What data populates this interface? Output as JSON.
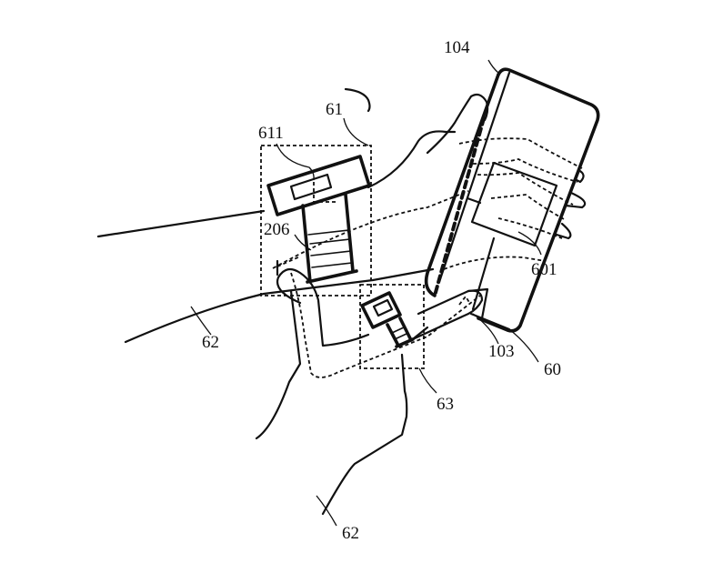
{
  "figure": {
    "type": "patent-line-drawing",
    "description": "Hand holding a device with a wrist-worn ring/sensor and a finger ring",
    "labels": {
      "l104": "104",
      "l61": "61",
      "l611": "611",
      "l206": "206",
      "l601": "601",
      "l62a": "62",
      "l62b": "62",
      "l103": "103",
      "l60": "60",
      "l63": "63"
    }
  }
}
